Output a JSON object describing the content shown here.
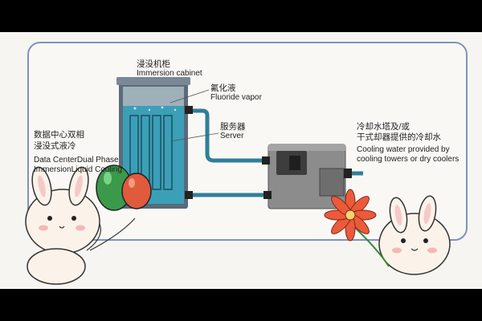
{
  "labels": {
    "cabinet_zh": "浸没机柜",
    "cabinet_en": "Immersion cabinet",
    "vapor_zh": "氟化液",
    "vapor_en": "Fluoride vapor",
    "server_zh": "服务器",
    "server_en": "Server",
    "title_zh_1": "数据中心双相",
    "title_zh_2": "浸没式液冷",
    "title_en_1": "Data CenterDual Phase",
    "title_en_2": "ImmersionLiquid Cooling",
    "cooling_zh_1": "冷却水塔及/或",
    "cooling_zh_2": "干式却器提供的冷却水",
    "cooling_en_1": "Cooling water provided by",
    "cooling_en_2": "cooling towers or dry coolers"
  },
  "colors": {
    "frame_border": "#7e93bd",
    "pipe": "#2f7f9a",
    "tank_liquid": "#3b9fb8",
    "tank_body": "#5b6b79",
    "exchanger_body": "#8c8c8c",
    "balloon_green": "#3a9a4a",
    "balloon_red": "#e05a3c",
    "flower": "#ec5a3a"
  },
  "icons": {
    "characters": [
      "bunny-character-left",
      "bunny-character-right"
    ],
    "props": [
      "green-balloon",
      "red-balloon",
      "red-flower"
    ]
  }
}
